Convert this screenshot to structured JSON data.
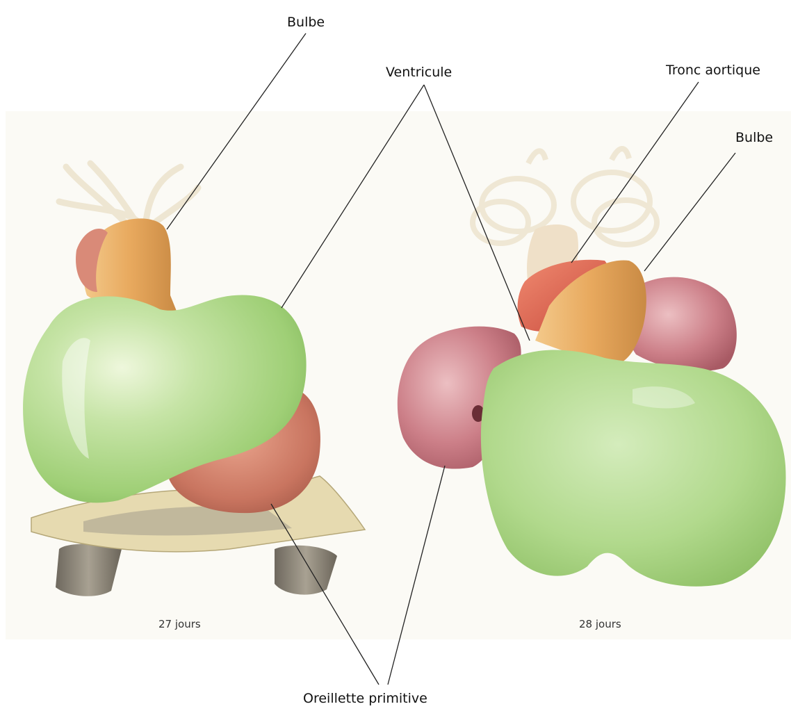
{
  "labels": {
    "bulbe_top": "Bulbe",
    "ventricule": "Ventricule",
    "tronc_aortique": "Tronc aortique",
    "bulbe_right": "Bulbe",
    "oreillette": "Oreillette primitive"
  },
  "captions": {
    "left": "27 jours",
    "right": "28 jours"
  },
  "colors": {
    "ventricle": "#b8dd98",
    "bulb": "#e8a85a",
    "atrium": "#c9707a",
    "trunk": "#e46450",
    "vessels": "#efe8d6",
    "septum_tan": "#e8dcae",
    "vein_grey": "#8b8578"
  }
}
